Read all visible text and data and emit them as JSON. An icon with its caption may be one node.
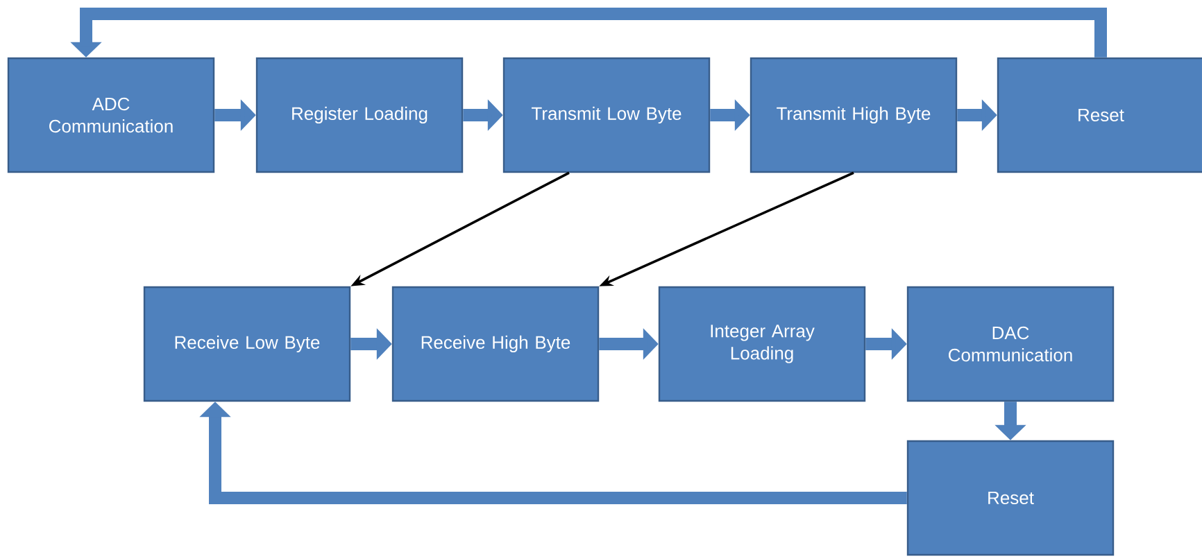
{
  "diagram": {
    "nodes": [
      {
        "text": [
          "ADC Communication"
        ]
      },
      {
        "text": [
          "Register Loading"
        ]
      },
      {
        "text": [
          "Transmit Low Byte"
        ]
      },
      {
        "text": [
          "Transmit High Byte"
        ]
      },
      {
        "text": [
          "Reset"
        ]
      },
      {
        "text": [
          "Receive Low Byte"
        ]
      },
      {
        "text": [
          "Receive High Byte"
        ]
      },
      {
        "text": [
          "Integer Array Loading"
        ]
      },
      {
        "text": [
          "DAC Communication"
        ]
      },
      {
        "text": [
          "Reset"
        ]
      }
    ],
    "edges": [
      {
        "from": 0,
        "to": 1,
        "arrow": "to"
      },
      {
        "from": 1,
        "to": 2,
        "arrow": "to"
      },
      {
        "from": 2,
        "to": 3,
        "arrow": "to"
      },
      {
        "from": 3,
        "to": 4,
        "arrow": "to"
      },
      {
        "from": 4,
        "to": 0,
        "arrow": "to"
      },
      {
        "from": 2,
        "to": 5,
        "arrow": "to",
        "color": "#000000"
      },
      {
        "from": 3,
        "to": 6,
        "arrow": "to",
        "color": "#000000"
      },
      {
        "from": 5,
        "to": 6,
        "arrow": "to"
      },
      {
        "from": 6,
        "to": 7,
        "arrow": "to"
      },
      {
        "from": 7,
        "to": 8,
        "arrow": "to"
      },
      {
        "from": 8,
        "to": 9,
        "arrow": "to"
      },
      {
        "from": 9,
        "to": 5,
        "arrow": "to"
      }
    ]
  }
}
